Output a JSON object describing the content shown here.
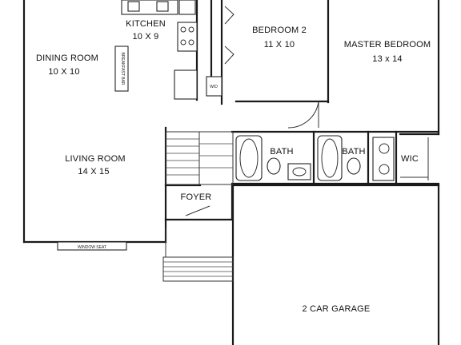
{
  "rooms": [
    {
      "id": "kitchen",
      "name": "KITCHEN",
      "size": "10 X 9"
    },
    {
      "id": "bedroom2",
      "name": "BEDROOM 2",
      "size": "11 X 10"
    },
    {
      "id": "master",
      "name": "MASTER BEDROOM",
      "size": "13 x 14"
    },
    {
      "id": "dining",
      "name": "DINING ROOM",
      "size": "10 X 10"
    },
    {
      "id": "living",
      "name": "LIVING ROOM",
      "size": "14 X 15"
    },
    {
      "id": "bath1",
      "name": "BATH",
      "size": ""
    },
    {
      "id": "bath2",
      "name": "BATH",
      "size": ""
    },
    {
      "id": "wic",
      "name": "WIC",
      "size": ""
    },
    {
      "id": "foyer",
      "name": "FOYER",
      "size": ""
    },
    {
      "id": "garage",
      "name": "2 CAR GARAGE",
      "size": ""
    }
  ],
  "fixtures": {
    "breakfast_bar": "BREAKFAST BAR",
    "window_seat": "WINDOW SEAT",
    "washer_dryer": "W/D"
  }
}
